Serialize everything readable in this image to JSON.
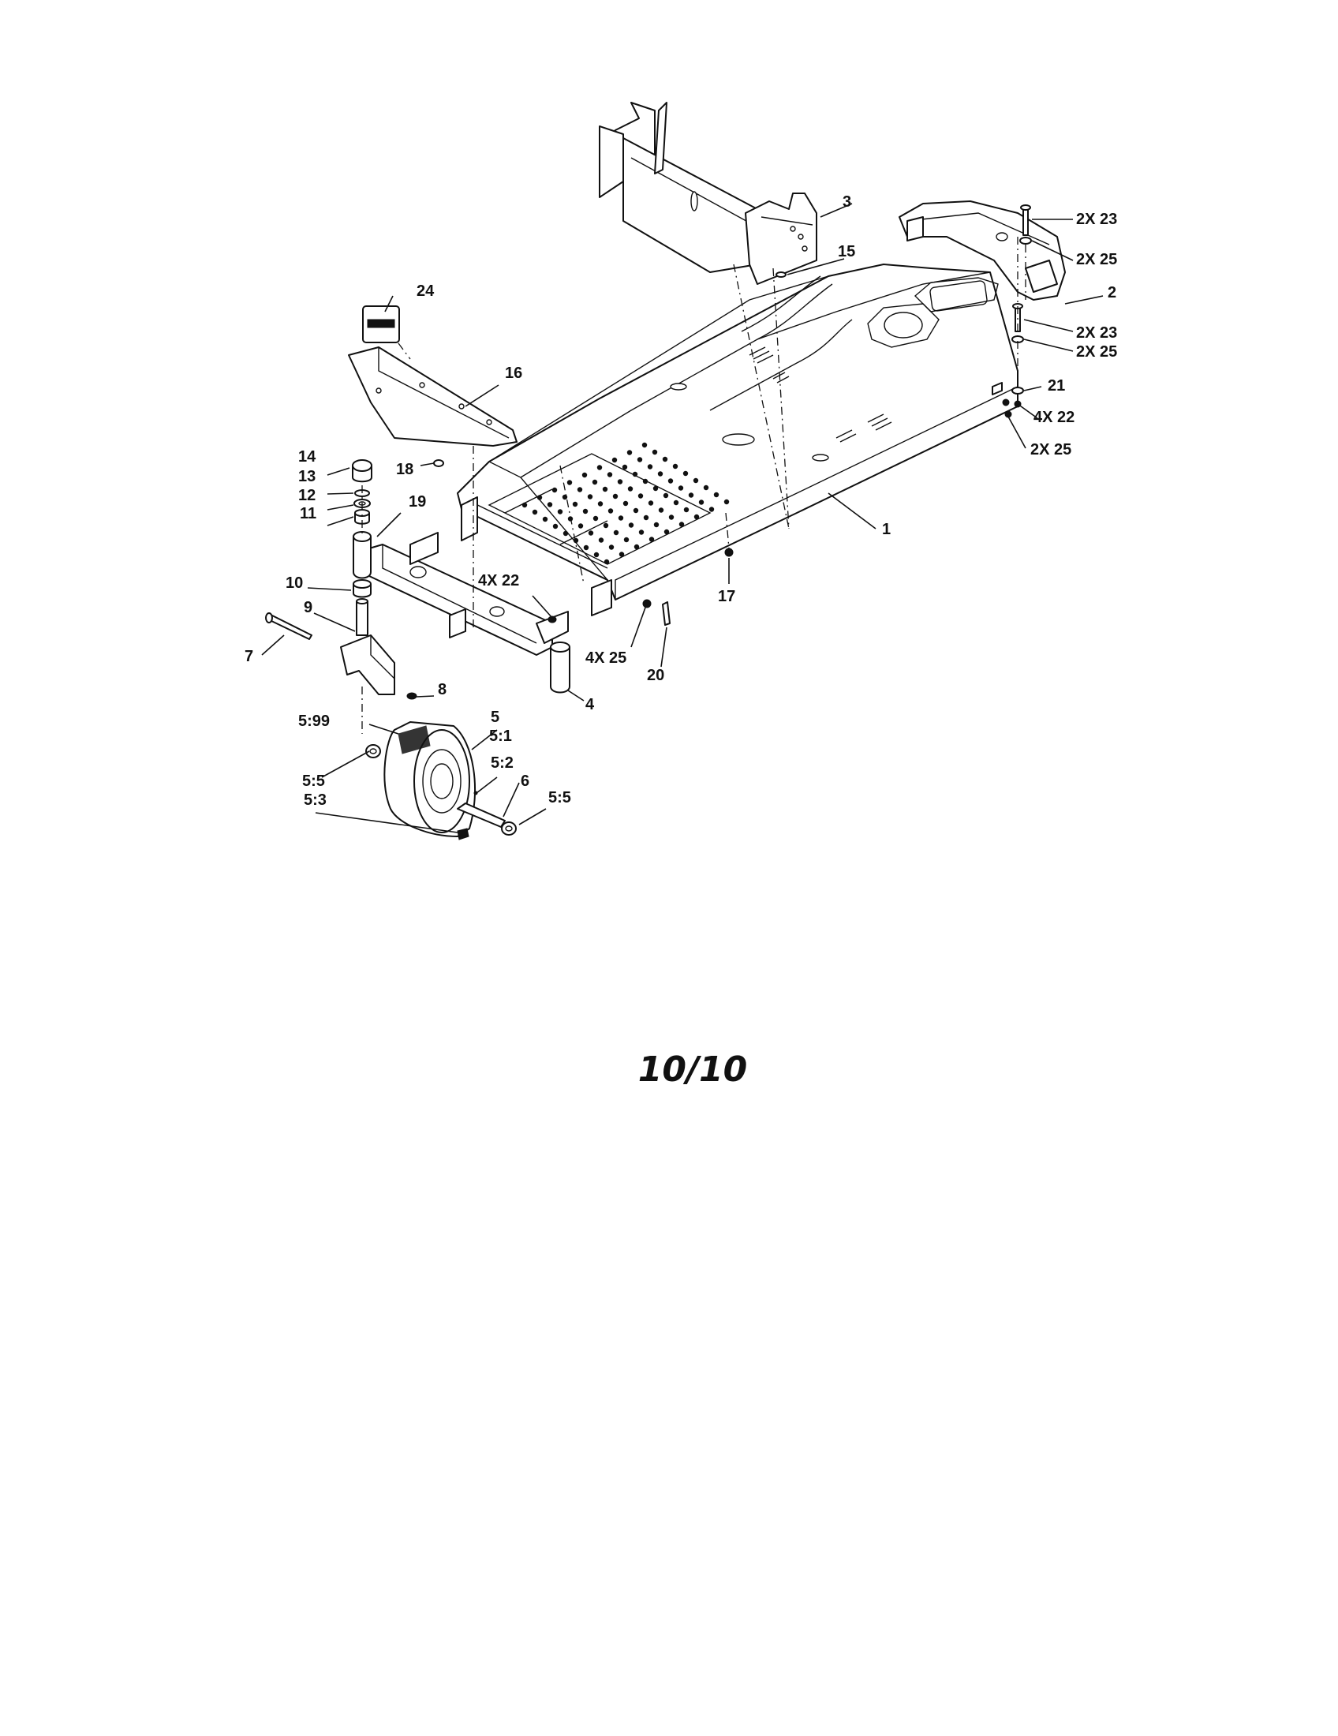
{
  "page": {
    "label": "10/10"
  },
  "callouts": [
    "1",
    "2",
    "3",
    "4",
    "5",
    "5:1",
    "5:2",
    "5:3",
    "5:5",
    "5:5",
    "5:99",
    "6",
    "7",
    "8",
    "9",
    "10",
    "11",
    "12",
    "13",
    "14",
    "15",
    "16",
    "17",
    "18",
    "19",
    "20",
    "21",
    "2X 23",
    "2X 25",
    "2X 23",
    "2X 25",
    "4X 22",
    "2X 25",
    "4X 22",
    "4X 25",
    "24"
  ]
}
